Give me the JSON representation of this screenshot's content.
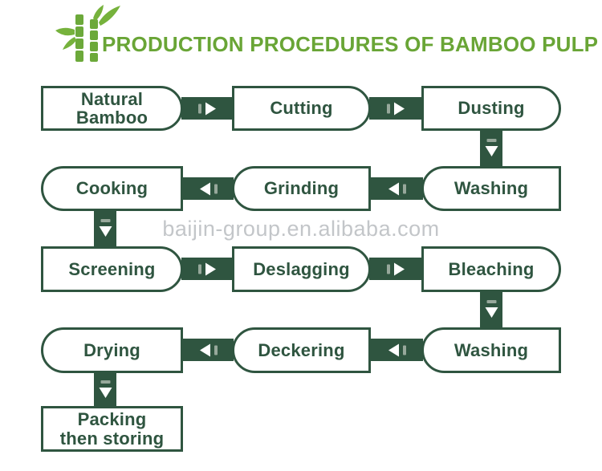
{
  "header": {
    "title": "PRODUCTION PROCEDURES OF BAMBOO PULP",
    "icon": "bamboo-icon"
  },
  "watermark": {
    "text": "baijin-group.en.alibaba.com"
  },
  "colors": {
    "dark_green": "#2F5540",
    "bright_green": "#69A536",
    "leaf_green": "#76B23C",
    "watermark_gray": "#C3C6C9",
    "arrow_bar_gray": "#97A89B",
    "arrow_head_white": "#FFFFFF",
    "background": "#FFFFFF"
  },
  "flow": {
    "nodes": [
      {
        "id": "natural-bamboo",
        "label": "Natural\nBamboo"
      },
      {
        "id": "cutting",
        "label": "Cutting"
      },
      {
        "id": "dusting",
        "label": "Dusting"
      },
      {
        "id": "washing-1",
        "label": "Washing"
      },
      {
        "id": "grinding",
        "label": "Grinding"
      },
      {
        "id": "cooking",
        "label": "Cooking"
      },
      {
        "id": "screening",
        "label": "Screening"
      },
      {
        "id": "deslagging",
        "label": "Deslagging"
      },
      {
        "id": "bleaching",
        "label": "Bleaching"
      },
      {
        "id": "washing-2",
        "label": "Washing"
      },
      {
        "id": "deckering",
        "label": "Deckering"
      },
      {
        "id": "drying",
        "label": "Drying"
      },
      {
        "id": "packing",
        "label": "Packing\nthen storing"
      }
    ],
    "connectors": [
      {
        "from": "natural-bamboo",
        "to": "cutting",
        "direction": "right"
      },
      {
        "from": "cutting",
        "to": "dusting",
        "direction": "right"
      },
      {
        "from": "dusting",
        "to": "washing-1",
        "direction": "down"
      },
      {
        "from": "washing-1",
        "to": "grinding",
        "direction": "left"
      },
      {
        "from": "grinding",
        "to": "cooking",
        "direction": "left"
      },
      {
        "from": "cooking",
        "to": "screening",
        "direction": "down"
      },
      {
        "from": "screening",
        "to": "deslagging",
        "direction": "right"
      },
      {
        "from": "deslagging",
        "to": "bleaching",
        "direction": "right"
      },
      {
        "from": "bleaching",
        "to": "washing-2",
        "direction": "down"
      },
      {
        "from": "washing-2",
        "to": "deckering",
        "direction": "left"
      },
      {
        "from": "deckering",
        "to": "drying",
        "direction": "left"
      },
      {
        "from": "drying",
        "to": "packing",
        "direction": "down"
      }
    ]
  }
}
